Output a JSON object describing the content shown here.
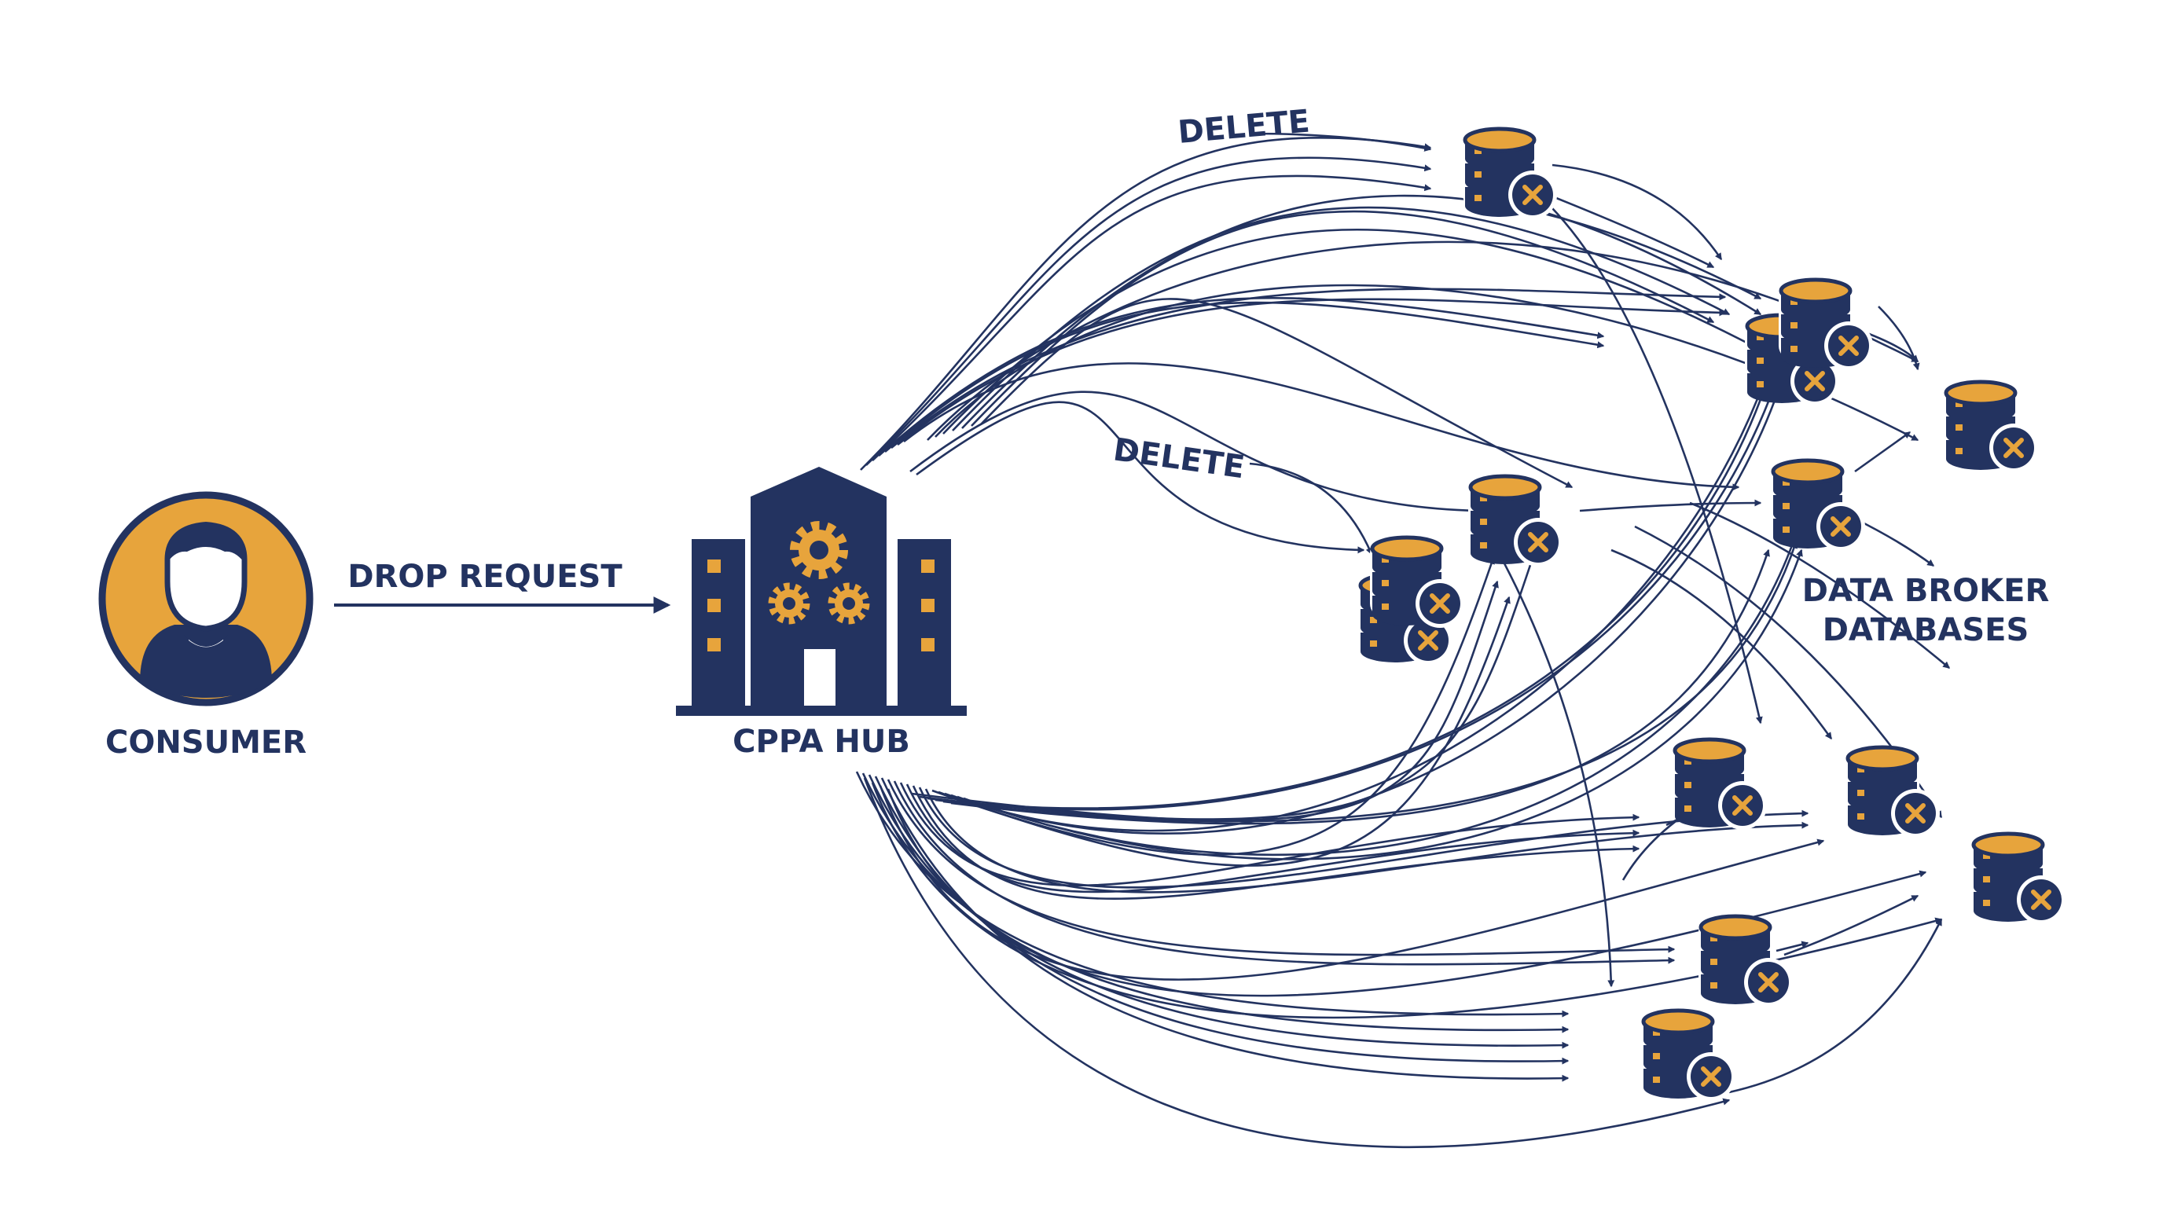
{
  "labels": {
    "consumer": "CONSUMER",
    "drop_request": "DROP REQUEST",
    "hub": "CPPA HUB",
    "delete_top": "DELETE",
    "delete_mid": "DELETE",
    "brokers_line1": "DATA BROKER",
    "brokers_line2": "DATABASES"
  },
  "colors": {
    "navy": "#233360",
    "gold": "#E7A43C",
    "background": "#FFFFFF"
  },
  "icons": {
    "consumer": "person-avatar-icon",
    "hub": "building-with-gears-icon",
    "database": "database-with-x-icon"
  },
  "database_count": 13
}
